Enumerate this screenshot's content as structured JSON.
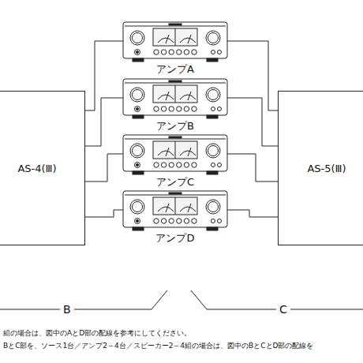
{
  "diagram": {
    "nodes": [
      {
        "text": [
          "AS-4(Ⅲ)"
        ]
      },
      {
        "text": [
          "アンプA"
        ]
      },
      {
        "text": [
          "アンプB"
        ]
      },
      {
        "text": [
          "アンプC"
        ]
      },
      {
        "text": [
          "アンプD"
        ]
      },
      {
        "text": [
          "AS-5(Ⅲ)"
        ]
      }
    ],
    "edges": [
      {
        "from": 0,
        "to": 1,
        "arrow": "none"
      },
      {
        "from": 0,
        "to": 2,
        "arrow": "none"
      },
      {
        "from": 0,
        "to": 3,
        "arrow": "none"
      },
      {
        "from": 0,
        "to": 4,
        "arrow": "none"
      },
      {
        "from": 1,
        "to": 5,
        "arrow": "none"
      },
      {
        "from": 2,
        "to": 5,
        "arrow": "none"
      },
      {
        "from": 3,
        "to": 5,
        "arrow": "none"
      },
      {
        "from": 4,
        "to": 5,
        "arrow": "none"
      }
    ],
    "labels": [
      "B",
      "C",
      "組の場合は、図中のAとD部の配線を参考にしてください。",
      "BとC部を、ソース1台／アンプ2～4台／スピーカー2～4組の場合は、図中のBとCとD部の配線を"
    ]
  }
}
